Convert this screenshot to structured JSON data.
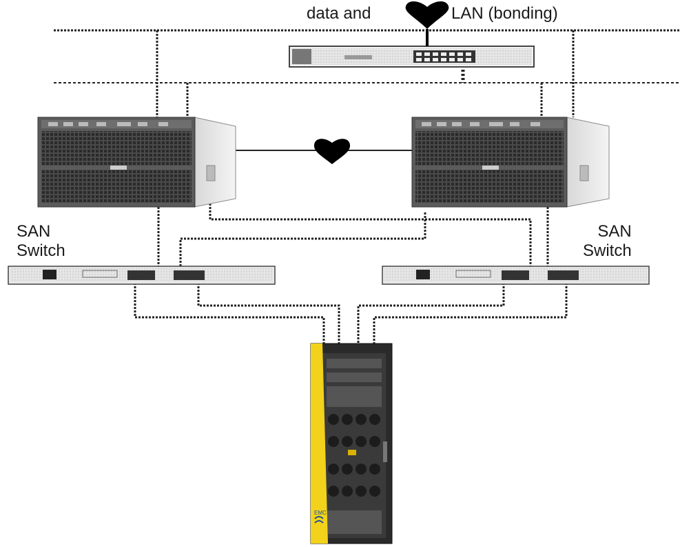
{
  "labels": {
    "network_title_part1": "data and",
    "network_title_part2": "LAN (bonding)",
    "san_left_line1": "SAN",
    "san_left_line2": "Switch",
    "san_right_line1": "SAN",
    "san_right_line2": "Switch"
  },
  "storage": {
    "brand_text": "EMC"
  },
  "colors": {
    "cable": "#222222",
    "server_body": "#5b5b5b",
    "server_front": "#3e3e3e",
    "switch_body": "#e8e8e8",
    "storage_yellow": "#f2d21a",
    "storage_body": "#2a2a2a",
    "heartbeat": "#000000"
  },
  "icons": [
    "heart-icon",
    "server-icon",
    "network-switch-icon",
    "san-switch-icon",
    "storage-array-icon"
  ]
}
